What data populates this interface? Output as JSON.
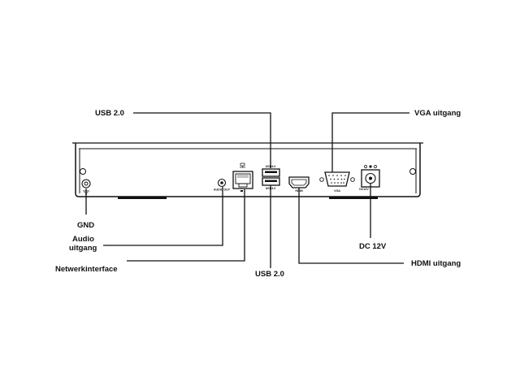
{
  "callouts": {
    "usb_top": "USB 2.0",
    "vga": "VGA uitgang",
    "gnd": "GND",
    "audio_line1": "Audio",
    "audio_line2": "uitgang",
    "network": "Netwerkinterface",
    "usb_bottom": "USB 2.0",
    "dc": "DC 12V",
    "hdmi": "HDMI uitgang"
  },
  "port_labels": {
    "audio_out": "AUDIO OUT",
    "usb_top": "USB3.0",
    "usb_bottom": "USB3.0",
    "hdmi": "HDMI",
    "vga": "VGA",
    "dc": "DC12V"
  },
  "colors": {
    "line": "#111111",
    "background": "#ffffff"
  }
}
